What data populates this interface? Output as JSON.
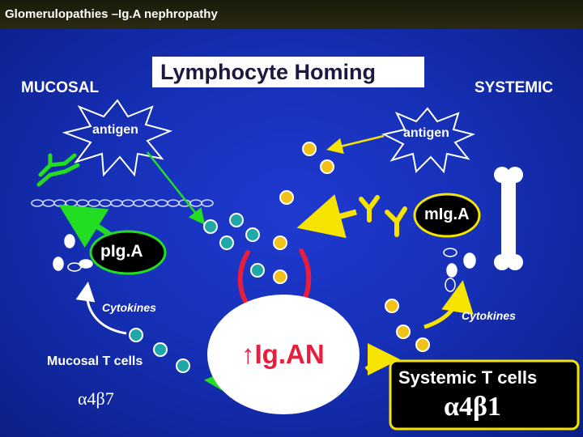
{
  "slide_title": "Glomerulopathies –Ig.A nephropathy",
  "diagram": {
    "heading": "Lymphocyte Homing",
    "mucosal_label": "MUCOSAL",
    "systemic_label": "SYSTEMIC",
    "mucosal_antigen": "antigen",
    "systemic_antigen": "antigen",
    "pIgA": "pIg.A",
    "mIgA": "mIg.A",
    "mucosal_cytokines": "Cytokines",
    "systemic_cytokines": "Cytokines",
    "mucosal_t_cells": "Mucosal T cells",
    "mucosal_integrin": "α4β7",
    "igan": "↑Ig.AN",
    "systemic_t_cells": "Systemic T cells",
    "systemic_integrin": "α4β1",
    "colors": {
      "background": "#1630b8",
      "teal_cell": "#20a8a8",
      "gold_cell": "#f2c218",
      "arrow_green": "#22dd22",
      "arrow_yellow": "#f7e300",
      "red_arc": "#e81e3c"
    }
  }
}
